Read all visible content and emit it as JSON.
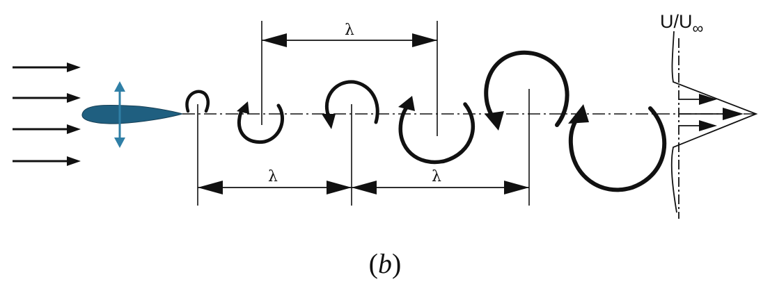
{
  "labels": {
    "wavelength_top": "λ",
    "wavelength_bottom_left": "λ",
    "wavelength_bottom_right": "λ",
    "velocity_ratio": "U/U",
    "velocity_ratio_subscript": "∞",
    "caption_open": "(",
    "caption_letter": "b",
    "caption_close": ")"
  },
  "colors": {
    "ink": "#111111",
    "airfoil": "#1f5f80",
    "pitch_arrow": "#2f7fa6"
  }
}
